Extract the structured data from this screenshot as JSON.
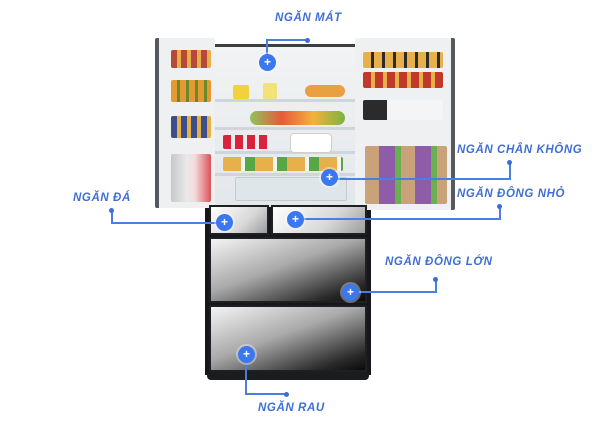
{
  "diagram": {
    "subject": "refrigerator",
    "accent_color": "#3b78ef",
    "label_color": "#3f6fd6",
    "labels": [
      {
        "id": "ngan-mat",
        "text": "NGĂN MÁT"
      },
      {
        "id": "ngan-chan-khong",
        "text": "NGĂN CHÂN KHÔNG"
      },
      {
        "id": "ngan-da",
        "text": "NGĂN ĐÁ"
      },
      {
        "id": "ngan-dong-nho",
        "text": "NGĂN ĐÔNG NHỎ"
      },
      {
        "id": "ngan-dong-lon",
        "text": "NGĂN ĐÔNG LỚN"
      },
      {
        "id": "ngan-rau",
        "text": "NGĂN RAU"
      }
    ],
    "hotspot_glyph": "+"
  }
}
